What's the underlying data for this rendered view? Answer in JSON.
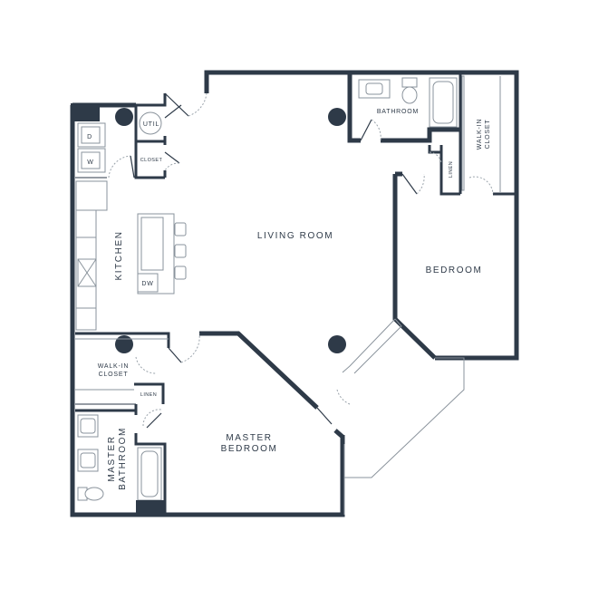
{
  "rooms": {
    "living_room": "LIVING ROOM",
    "bedroom": "BEDROOM",
    "kitchen": "KITCHEN",
    "master_bedroom_line1": "MASTER",
    "master_bedroom_line2": "BEDROOM",
    "master_bathroom_line1": "MASTER",
    "master_bathroom_line2": "BATHROOM",
    "bathroom": "BATHROOM",
    "walk_in_closet_left_line1": "WALK-IN",
    "walk_in_closet_left_line2": "CLOSET",
    "walk_in_closet_right_line1": "WALK-IN",
    "walk_in_closet_right_line2": "CLOSET",
    "linen_bottom": "LINEN",
    "linen_right": "LINEN",
    "util": "UTIL",
    "closet": "CLOSET"
  },
  "appliances": {
    "dryer": "D",
    "washer": "W",
    "dishwasher": "DW"
  },
  "colors": {
    "wall": "#2e3a48",
    "fixture": "#8a939c",
    "background": "#ffffff"
  }
}
